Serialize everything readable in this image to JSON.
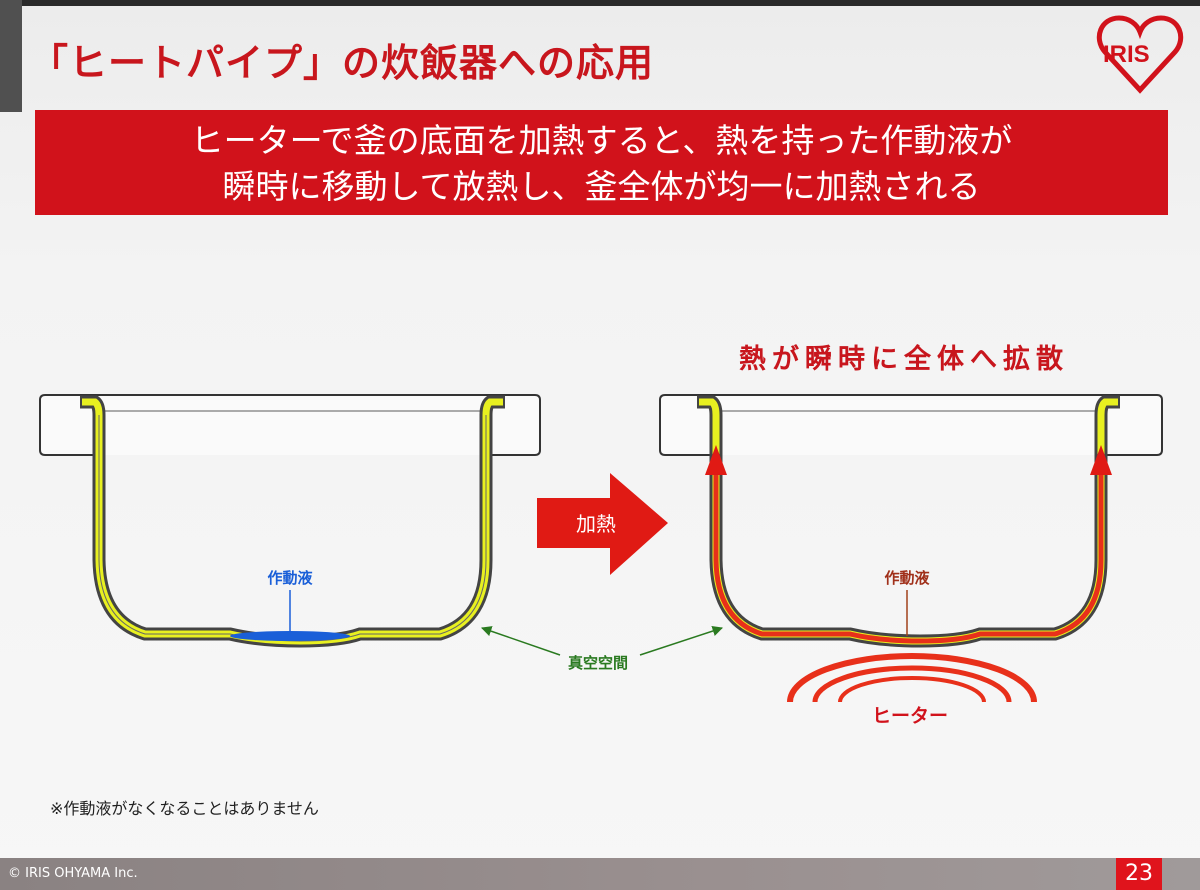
{
  "slide": {
    "title": "「ヒートパイプ」の炊飯器への応用",
    "logo_text": "IRIS",
    "banner": {
      "line1": "ヒーターで釜の底面を加熱すると、熱を持った作動液が",
      "line2": "瞬時に移動して放熱し、釜全体が均一に加熱される"
    },
    "diagram": {
      "heading": "熱が瞬時に全体へ拡散",
      "arrow_label": "加熱",
      "fluid_label_left": "作動液",
      "fluid_label_right": "作動液",
      "vacuum_label": "真空空間",
      "heater_label": "ヒーター"
    },
    "note": "※作動液がなくなることはありません",
    "footer": {
      "copyright": "© IRIS OHYAMA Inc.",
      "page_number": "23"
    }
  },
  "colors": {
    "brand_red": "#d1121b",
    "title_red": "#c8161d",
    "fluid_yellow": "#e8f020",
    "fluid_blue": "#1a5fd8",
    "heat_red": "#e8301a",
    "vacuum_green": "#2a7a20"
  }
}
